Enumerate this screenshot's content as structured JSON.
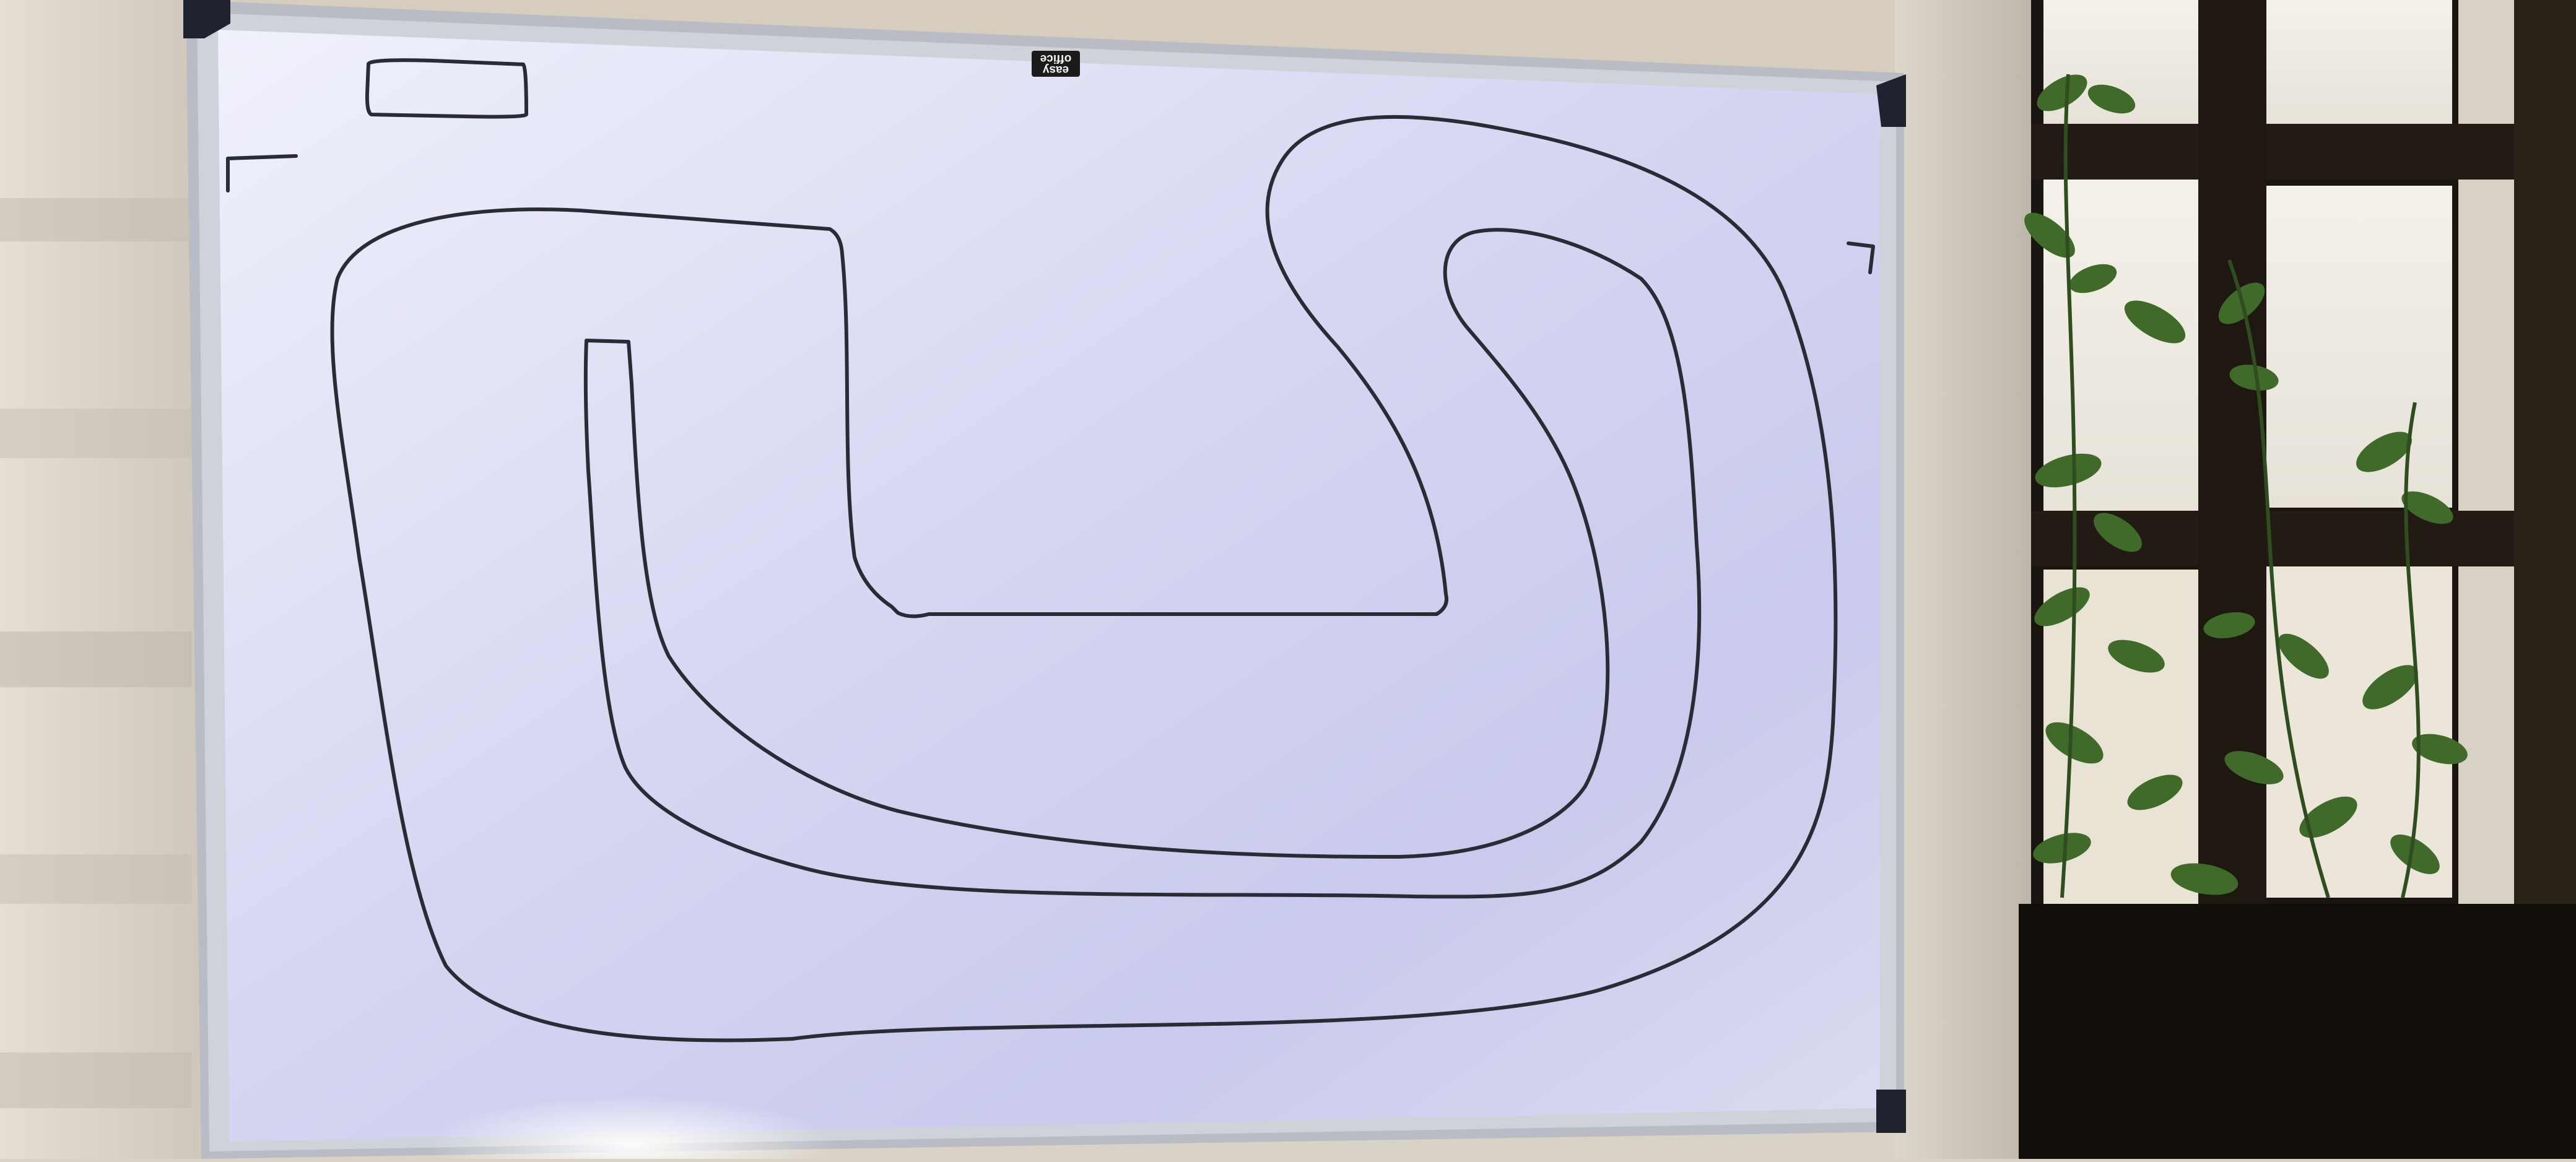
{
  "scene": {
    "subject": "whiteboard-with-drawn-track",
    "board": {
      "frame_color": "#c9ccd3",
      "surface_color": "#d9dbf1",
      "ink_color": "#2b2b36"
    },
    "brand_tag": {
      "line1": "easy",
      "line2": "office"
    },
    "colors": {
      "wall": "#d8d0c4",
      "window_frame": "#201a12",
      "foliage": "#3f6a2a",
      "pillar": "#cfc7bd"
    }
  }
}
